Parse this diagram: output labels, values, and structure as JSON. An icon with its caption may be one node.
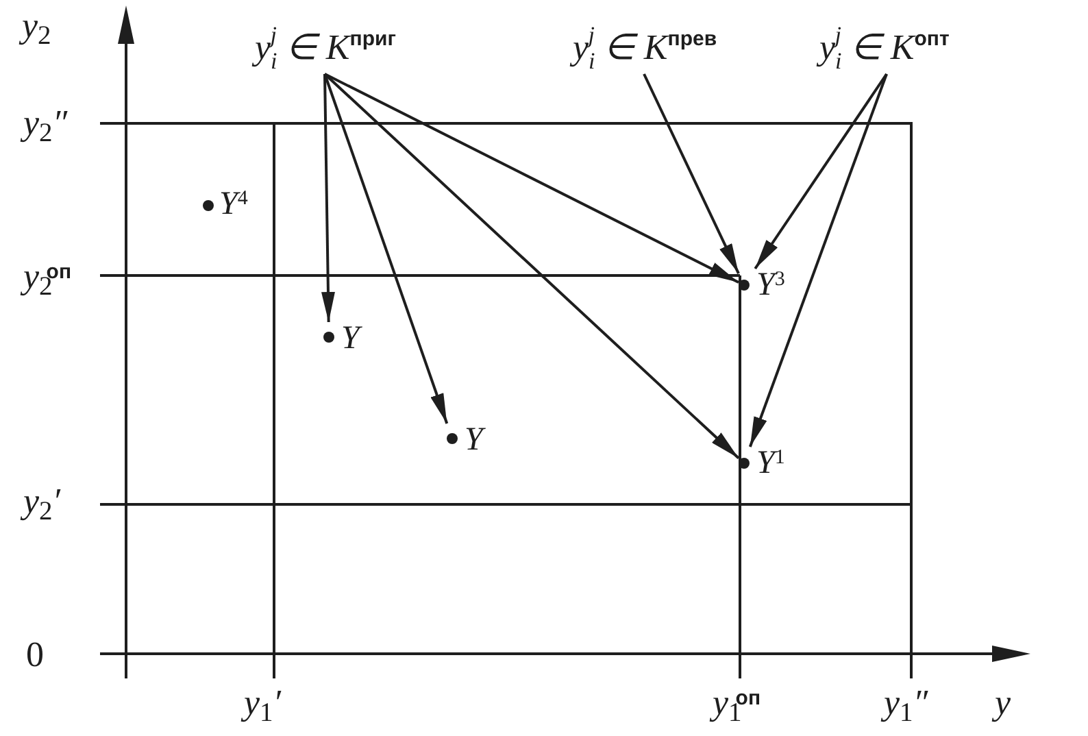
{
  "diagram": {
    "nodes": [
      {
        "text": [
          "y$_{i}$$^{j}$ ∈ K$^{приг}$"
        ]
      },
      {
        "text": [
          "y$_{i}$$^{j}$ ∈ K$^{прев}$"
        ]
      },
      {
        "text": [
          "y$_{i}$$^{j}$ ∈ K$^{опт}$"
        ]
      },
      {
        "text": [
          "Y$^{3}$"
        ]
      },
      {
        "text": [
          "Y"
        ]
      },
      {
        "text": [
          "Y"
        ]
      },
      {
        "text": [
          "Y$^{1}$"
        ]
      }
    ],
    "edges": [
      {
        "from": 0,
        "to": 4,
        "arrow": "to"
      },
      {
        "from": 0,
        "to": 5,
        "arrow": "to"
      },
      {
        "from": 0,
        "to": 3,
        "arrow": "to"
      },
      {
        "from": 0,
        "to": 6,
        "arrow": "to"
      },
      {
        "from": 1,
        "to": 3,
        "arrow": "to"
      },
      {
        "from": 2,
        "to": 3,
        "arrow": "to"
      },
      {
        "from": 2,
        "to": 6,
        "arrow": "to"
      }
    ],
    "labels": [
      "y$_{2}$",
      "y$_{2}$″",
      "Y$^{4}$",
      "y$_{2}$$^{оп}$",
      "y$_{2}$′",
      "0",
      "y$_{1}$′",
      "y$_{1}$$^{оп}$",
      "y$_{1}$″",
      "y"
    ]
  }
}
